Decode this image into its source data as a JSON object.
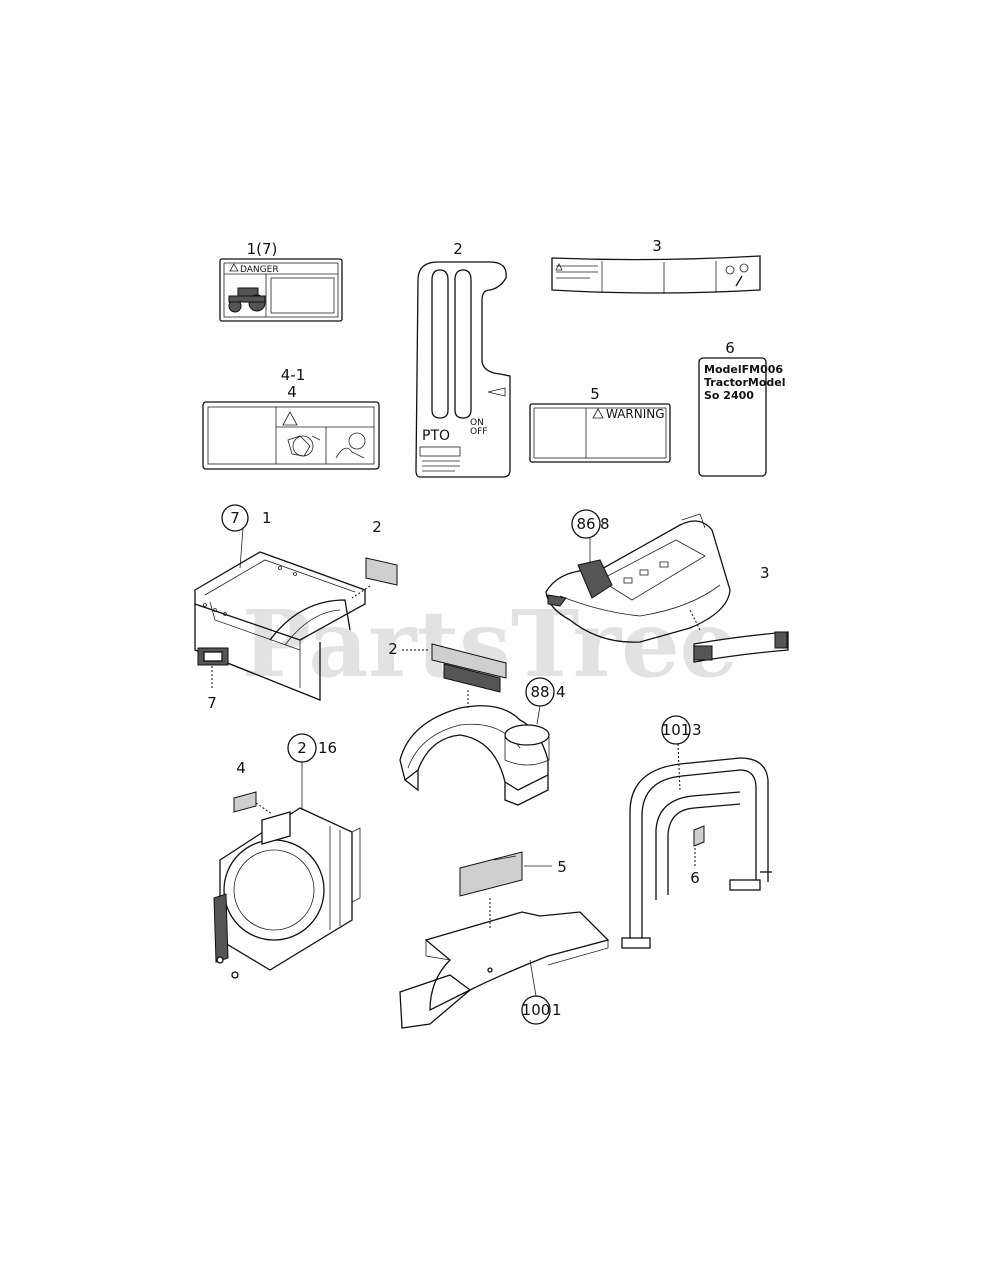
{
  "watermark": "PartsTree",
  "decals": {
    "danger": {
      "callout": "1(7)",
      "text": "DANGER"
    },
    "pto": {
      "callout": "2",
      "text": "PTO",
      "switch_text": "ON\nOFF",
      "on": "ON",
      "off": "OFF"
    },
    "strip": {
      "callout": "3"
    },
    "model": {
      "callout": "6",
      "line1": "ModelFM006",
      "line2": "TractorModel",
      "line3": "So  2400"
    },
    "warning4": {
      "callout_top": "4-1",
      "callout": "4"
    },
    "warning5": {
      "callout": "5",
      "text": "WARNING"
    }
  },
  "assemblies": {
    "battery_box": {
      "circle": "7",
      "ref": "1",
      "decal_ref": "2",
      "plate_ref": "7"
    },
    "hood": {
      "circle": "86",
      "ref": "8",
      "decal_ref": "3"
    },
    "fender": {
      "circle": "88",
      "ref": "4",
      "decal_ref": "2"
    },
    "rops": {
      "circle": "101",
      "ref": "3",
      "decal_ref": "6"
    },
    "radiator": {
      "circle": "2",
      "ref": "16",
      "decal_ref": "4"
    },
    "floor": {
      "circle": "100",
      "ref": "1",
      "decal_ref": "5"
    }
  }
}
